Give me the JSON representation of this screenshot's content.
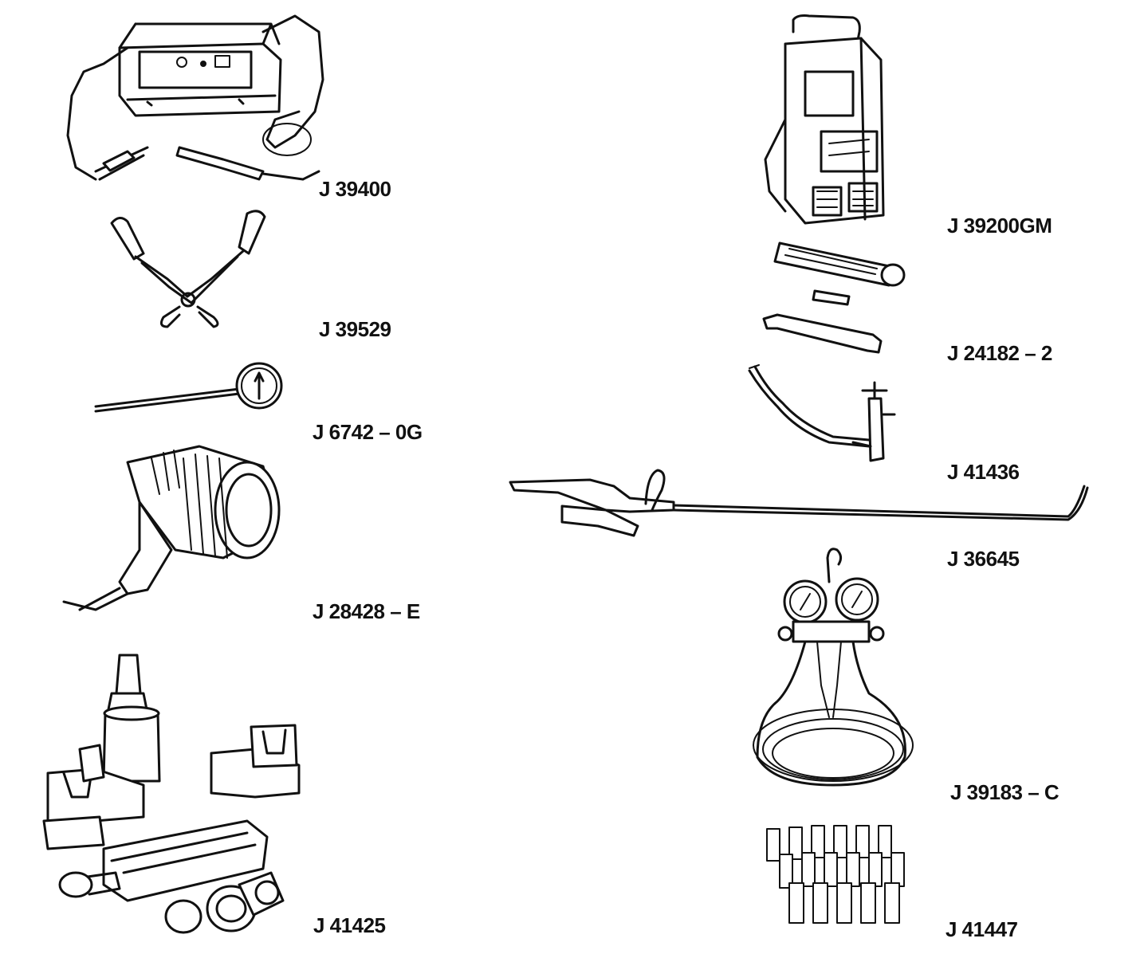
{
  "tools": [
    {
      "id": "charger",
      "label": "J 39400"
    },
    {
      "id": "pliers",
      "label": "J 39529"
    },
    {
      "id": "thermometer",
      "label": "J 6742 – 0G"
    },
    {
      "id": "lamp",
      "label": "J 28428 – E"
    },
    {
      "id": "fixture-kit",
      "label": "J 41425"
    },
    {
      "id": "recovery-station",
      "label": "J 39200GM"
    },
    {
      "id": "wrench-set",
      "label": "J 24182 – 2"
    },
    {
      "id": "hose-valve",
      "label": "J 41436"
    },
    {
      "id": "air-gun",
      "label": "J 36645"
    },
    {
      "id": "gauge-manifold",
      "label": "J 39183 – C"
    },
    {
      "id": "bottle-set",
      "label": "J 41447"
    }
  ]
}
